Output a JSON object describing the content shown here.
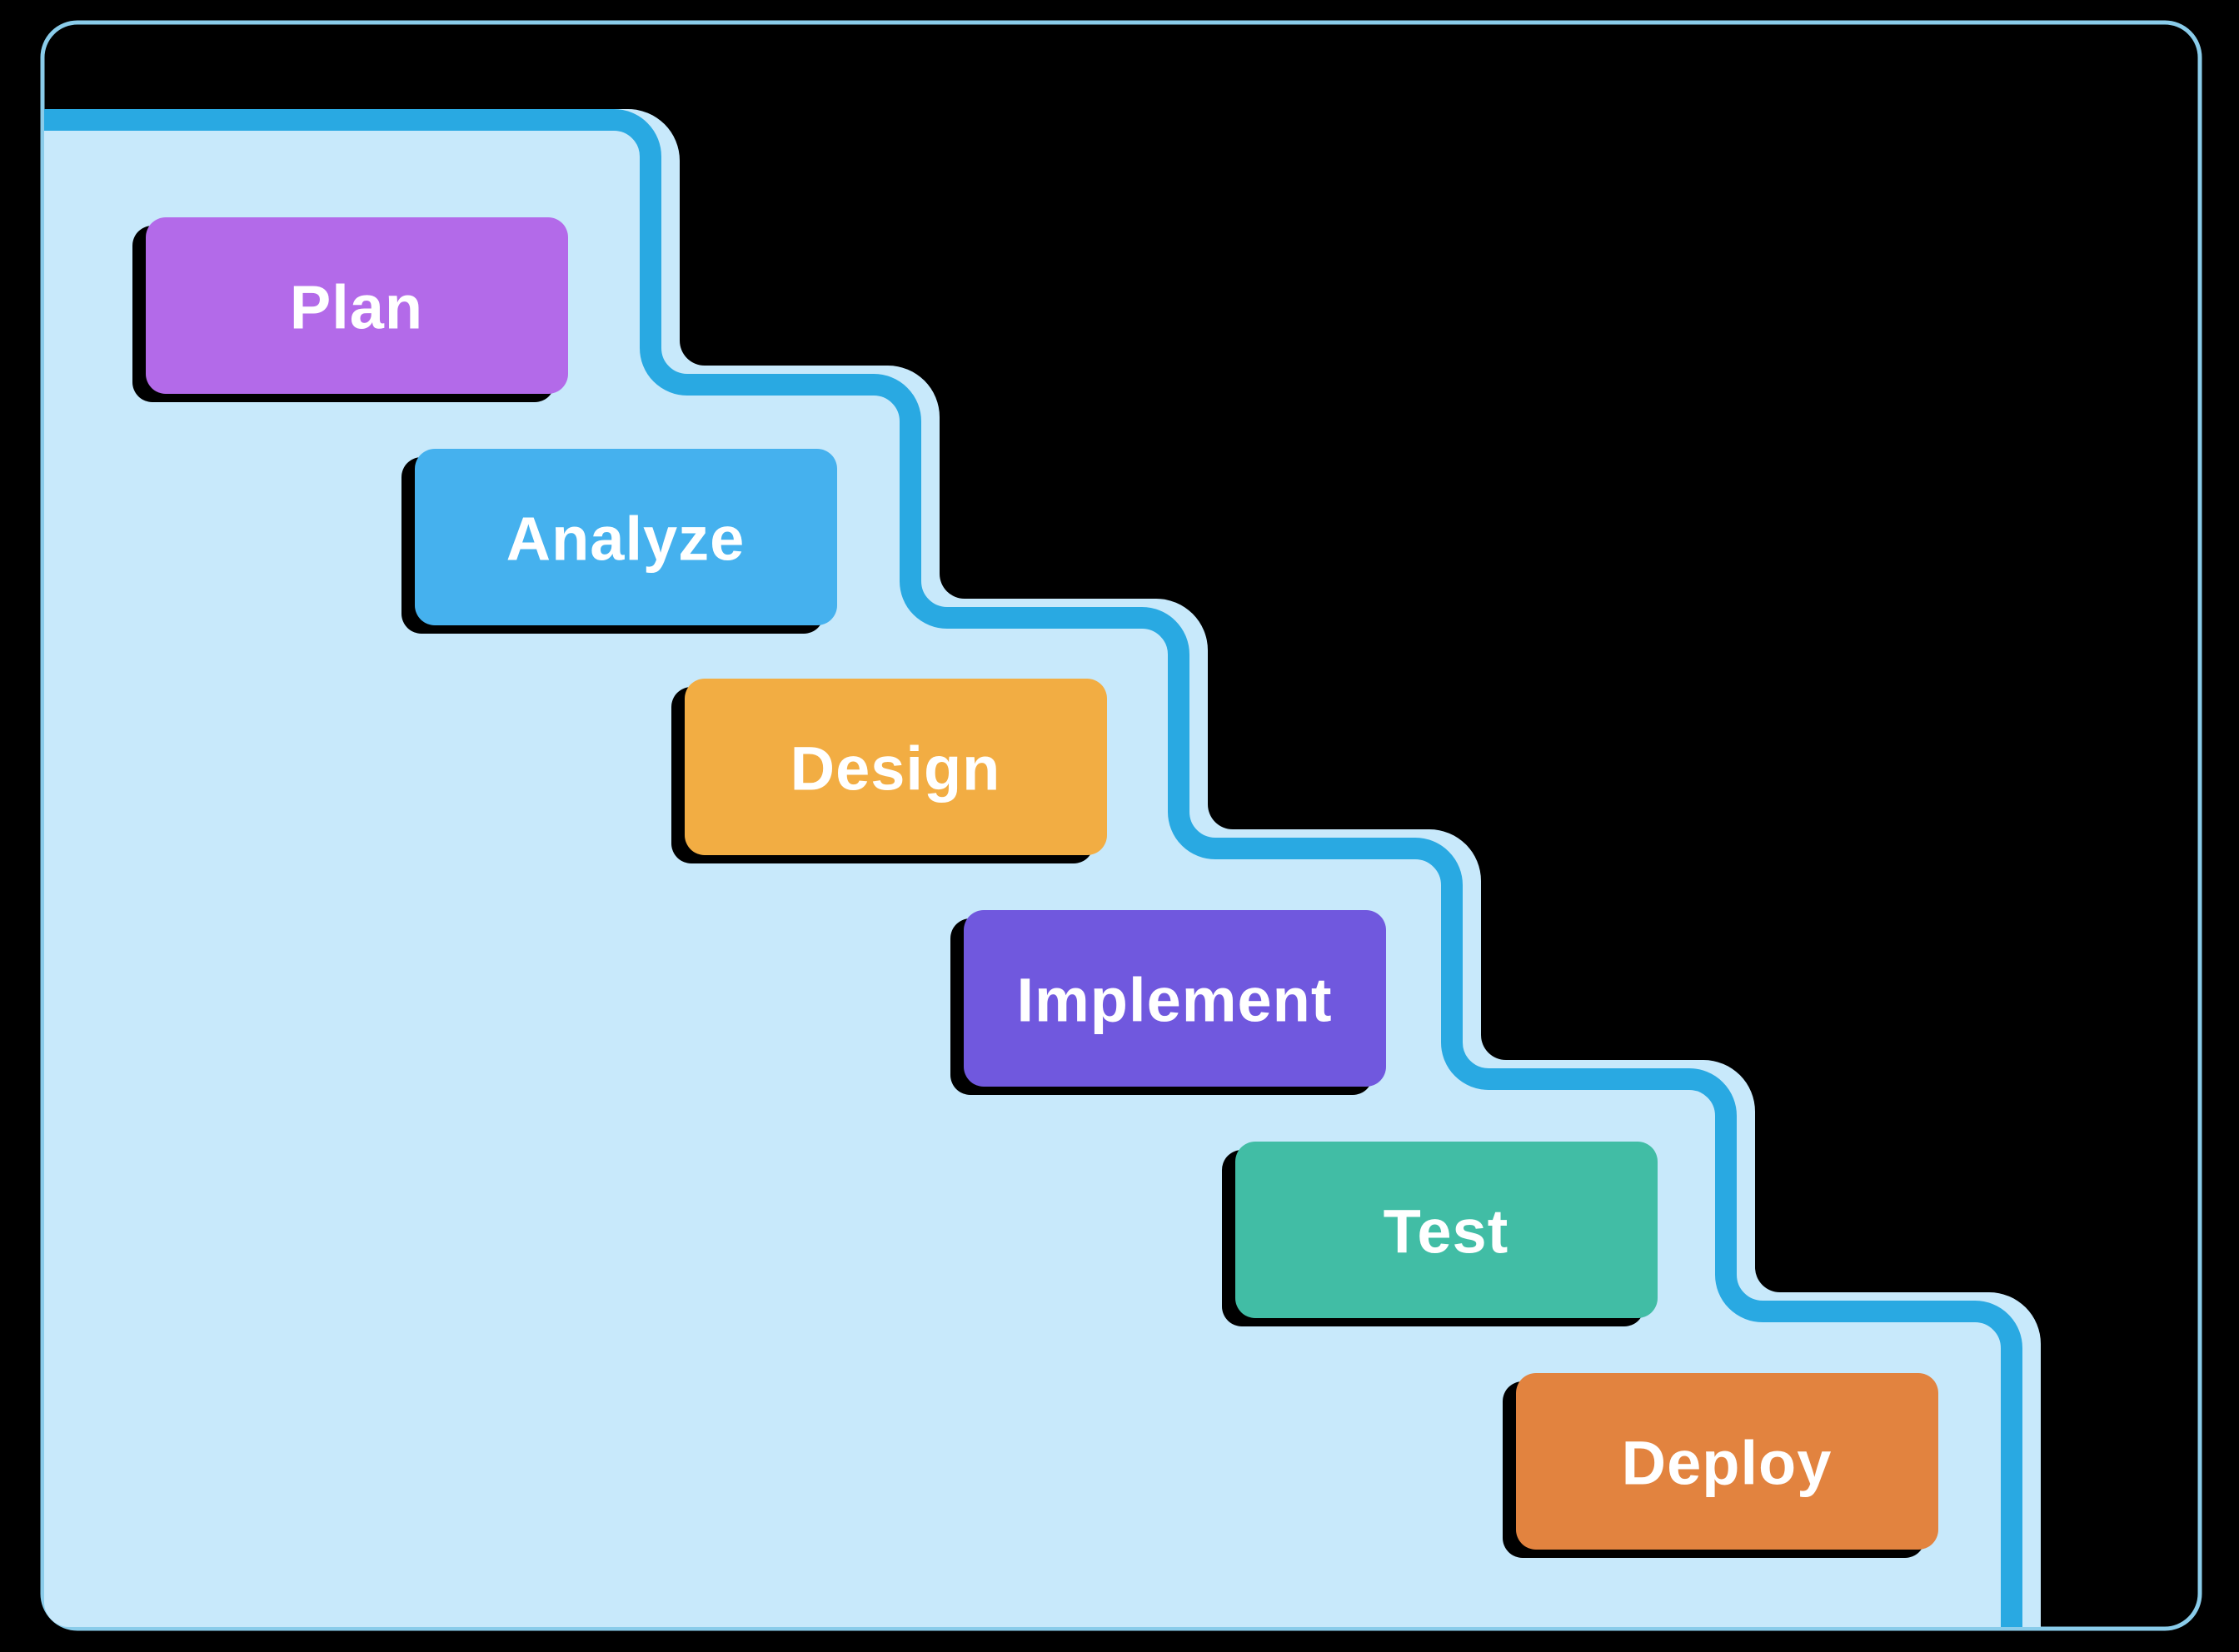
{
  "diagram": {
    "kind": "waterfall-steps"
  },
  "steps": [
    {
      "label": "Plan",
      "color": "#b36ae9"
    },
    {
      "label": "Analyze",
      "color": "#45b1ee"
    },
    {
      "label": "Design",
      "color": "#f2ad43"
    },
    {
      "label": "Implement",
      "color": "#7058de"
    },
    {
      "label": "Test",
      "color": "#41bda5"
    },
    {
      "label": "Deploy",
      "color": "#e2833f"
    }
  ],
  "colors": {
    "background": "#000000",
    "panel_fill": "#c8e9fb",
    "step_line": "#29a9e2",
    "outer_border": "#8accea",
    "box_shadow": "#000000",
    "label_text": "#ffffff"
  }
}
